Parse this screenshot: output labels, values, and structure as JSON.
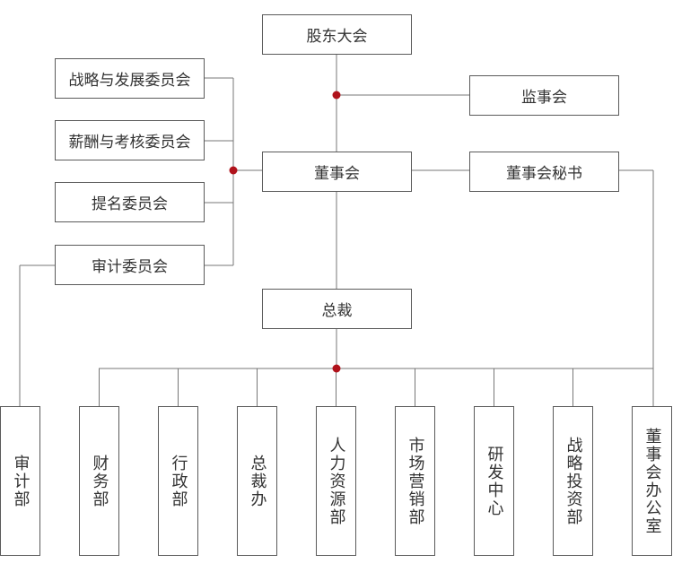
{
  "nodes": {
    "shareholders": "股东大会",
    "supervisors": "监事会",
    "strategy_committee": "战略与发展委员会",
    "compensation_committee": "薪酬与考核委员会",
    "nomination_committee": "提名委员会",
    "audit_committee": "审计委员会",
    "board": "董事会",
    "board_secretary": "董事会秘书",
    "president": "总裁"
  },
  "departments": [
    "审计部",
    "财务部",
    "行政部",
    "总裁办",
    "人力资源部",
    "市场营销部",
    "研发中心",
    "战略投资部",
    "董事会办公室"
  ],
  "colors": {
    "line": "#777777",
    "border": "#5a5a5a",
    "junction": "#b0121b",
    "text": "#333333"
  }
}
